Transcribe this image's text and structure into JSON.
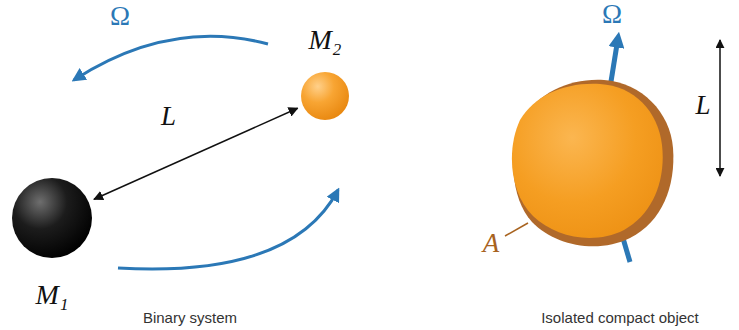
{
  "diagram": {
    "nodes": [
      {
        "text": [
          "M₁"
        ]
      },
      {
        "text": [
          "M₂"
        ]
      }
    ],
    "edges": [
      {
        "from": 0,
        "to": 1,
        "arrow": "both",
        "label": "L"
      }
    ],
    "labels": [
      "Ω",
      "Binary system",
      "Ω",
      "A",
      "L",
      "Isolated compact object"
    ]
  }
}
